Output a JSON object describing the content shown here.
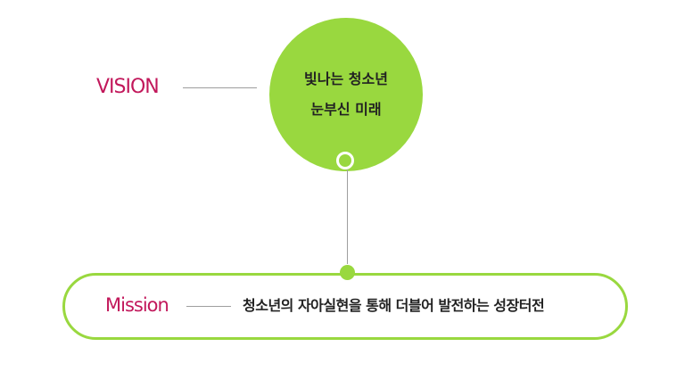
{
  "vision": {
    "label": "VISION",
    "lines": [
      "빛나는 청소년",
      "눈부신 미래"
    ]
  },
  "mission": {
    "label": "Mission",
    "text": "청소년의 자아실현을 통해 더블어 발전하는 성장터전"
  },
  "colors": {
    "accent_green": "#99d83f",
    "label_magenta": "#c2185b",
    "connector_gray": "#9e9e9e",
    "text_dark": "#222222"
  }
}
